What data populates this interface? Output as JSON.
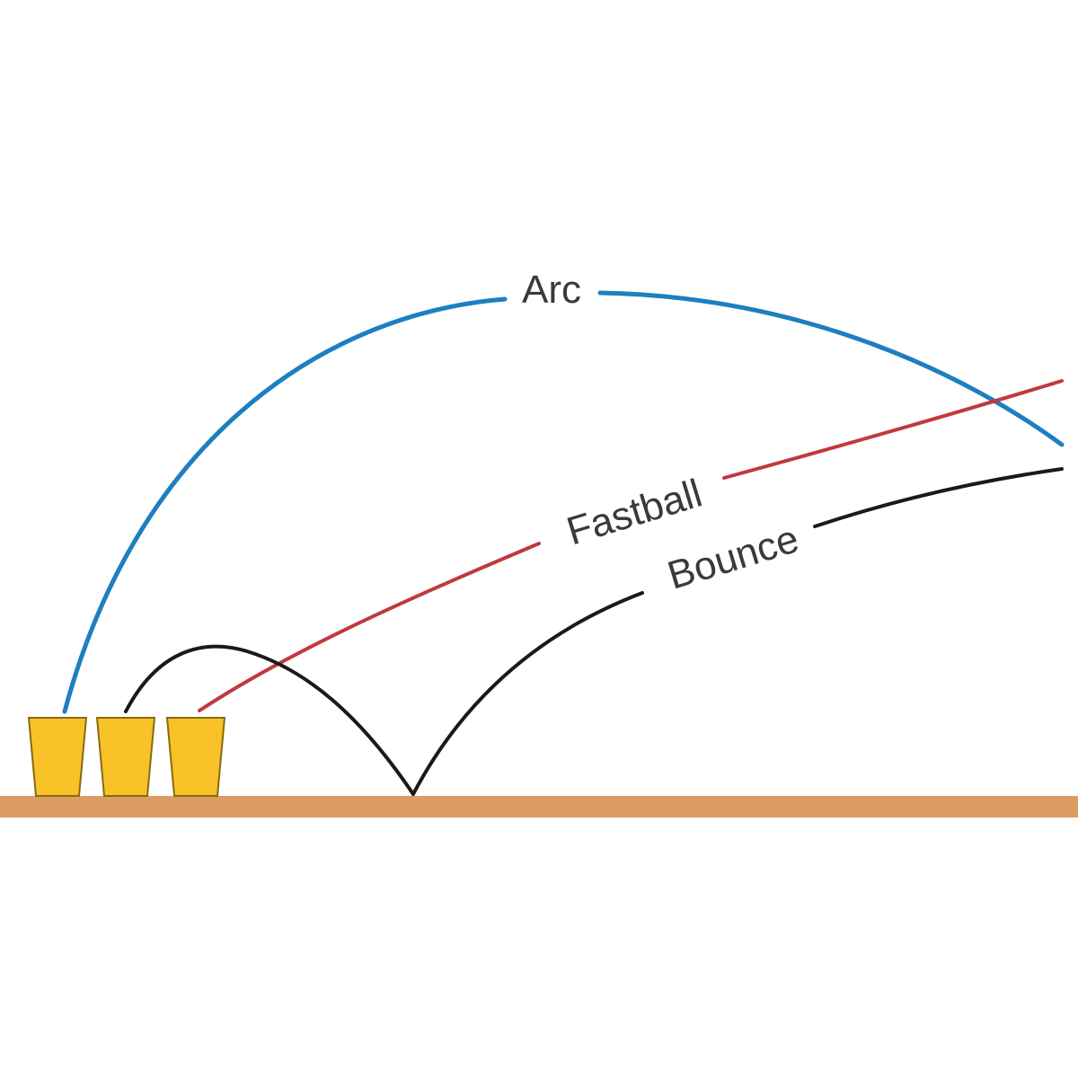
{
  "labels": {
    "arc": "Arc",
    "fastball": "Fastball",
    "bounce": "Bounce"
  },
  "colors": {
    "background": "#ffffff",
    "floor": "#dc9c64",
    "cup_fill": "#f8c228",
    "cup_stroke": "#8a6a10",
    "arc": "#1d7fc0",
    "fastball": "#c0393e",
    "bounce": "#1a1a1a",
    "label_text": "#3a3a3a"
  },
  "cups": {
    "count": 3
  },
  "trajectories": [
    {
      "name": "arc",
      "shape": "high curved lob"
    },
    {
      "name": "fastball",
      "shape": "straight line"
    },
    {
      "name": "bounce",
      "shape": "bounces off table once"
    }
  ]
}
